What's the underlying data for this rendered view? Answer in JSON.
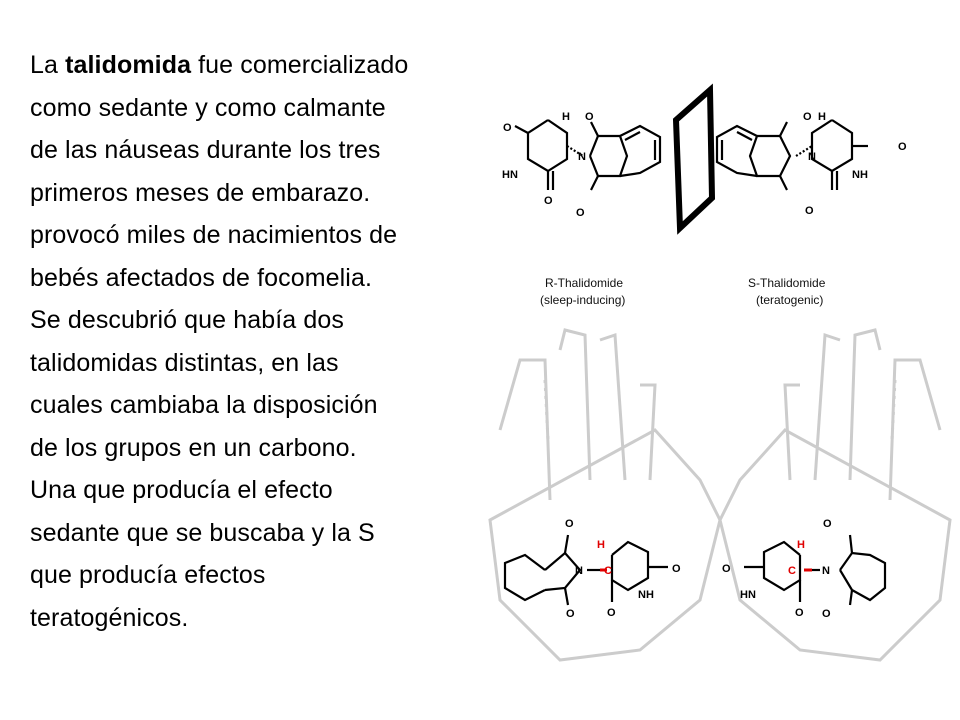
{
  "text": {
    "line1_pre": "La ",
    "line1_bold": "talidomida",
    "line1_post": " fue comercializado",
    "line2": "como sedante y como calmante",
    "line3": "de las náuseas durante los tres",
    "line4": "primeros meses de embarazo.",
    "line5": "provocó miles de nacimientos de",
    "line6": "bebés afectados de focomelia.",
    "line7": "Se descubrió que había dos",
    "line8": "talidomidas distintas, en las",
    "line9": "cuales cambiaba la disposición",
    "line10": "de los grupos en un carbono.",
    "line11": "Una  que producía el efecto",
    "line12": "sedante que se buscaba y la S",
    "line13": "que producía efectos",
    "line14": "teratogénicos."
  },
  "figure_top": {
    "r_name": "R-Thalidomide",
    "r_desc": "(sleep-inducing)",
    "s_name": "S-Thalidomide",
    "s_desc": "(teratogenic)",
    "atoms": {
      "o": "O",
      "h": "H",
      "n": "N",
      "hn": "HN",
      "nh": "NH",
      "c": "C"
    }
  },
  "colors": {
    "text": "#000000",
    "chiral_highlight": "#e00000",
    "hand_outline": "#c8c8c8"
  }
}
